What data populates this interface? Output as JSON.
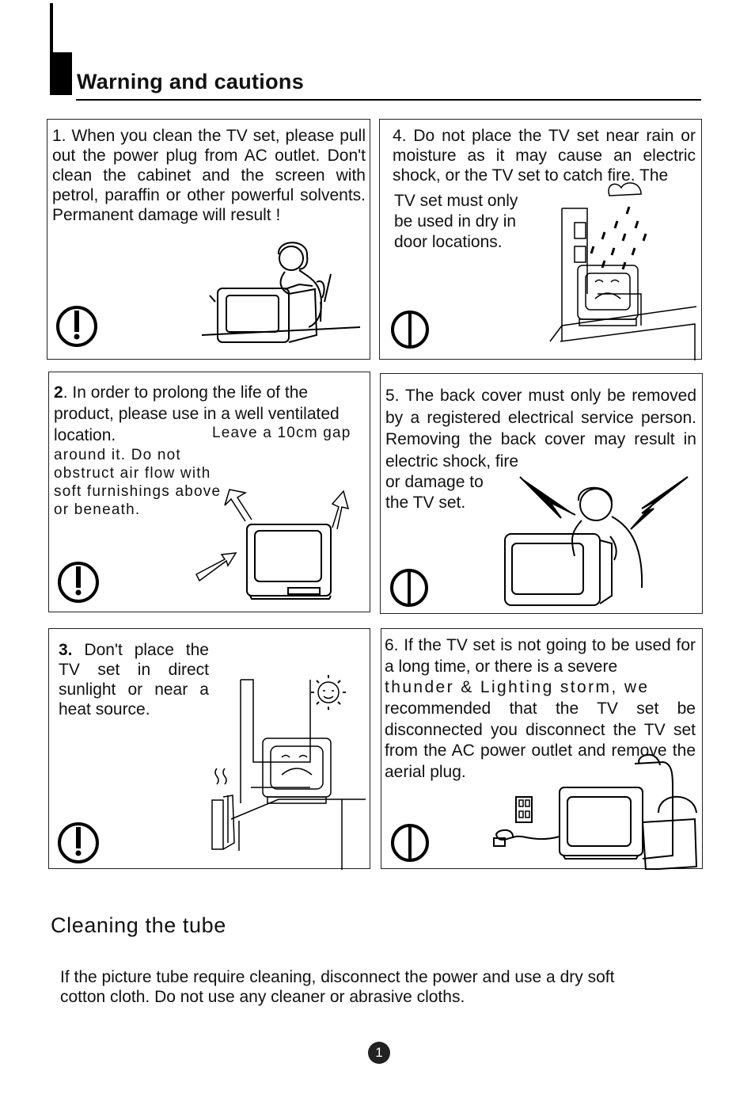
{
  "header": {
    "title": "Warning and cautions"
  },
  "cautions": [
    {
      "number": "1.",
      "text": "When you clean the TV set, please pull out the power plug from AC outlet. Don't  clean the  cabinet and the screen  with  petrol, paraffin or other powerful solvents. Permanent damage will result !",
      "symbol": "exclamation-icon"
    },
    {
      "number": "4.",
      "text": "Do not place the TV set near rain or moisture as it may cause an electric shock, or the TV set to catch fire. The",
      "text_cont": "TV set must only be used in dry in door  locations.",
      "symbol": "prohibition-icon"
    },
    {
      "number": "2",
      "text": ". In order to prolong the life of the product, please use in a well ventilated location.",
      "text_small_1": "Leave a 10cm gap",
      "text_small_2": "around it.  Do not obstruct air flow with soft furnishings above or beneath.",
      "symbol": "exclamation-icon"
    },
    {
      "number": "5.",
      "text": "The back cover must only be removed by a registered electrical service person. Removing the back cover may result in electric shock, fire",
      "text_cont": "or damage to the TV set.",
      "symbol": "prohibition-icon"
    },
    {
      "number": "3.",
      "text": "Don't place the TV set in direct sunlight or near a heat source.",
      "symbol": "exclamation-icon"
    },
    {
      "number": "6.",
      "text": "If the TV set is not going to be used for a long time, or there is a severe",
      "text_spaced": "thunder & Lighting storm, we",
      "text_cont": "recommended that the TV set be disconnected you disconnect the TV set from the AC power outlet and remove the aerial plug.",
      "symbol": "prohibition-icon"
    }
  ],
  "cleaning": {
    "title": "Cleaning the tube",
    "text": "If the picture tube require cleaning, disconnect the power and use a dry soft  cotton cloth. Do not use any cleaner or abrasive cloths."
  },
  "page_number": "1"
}
